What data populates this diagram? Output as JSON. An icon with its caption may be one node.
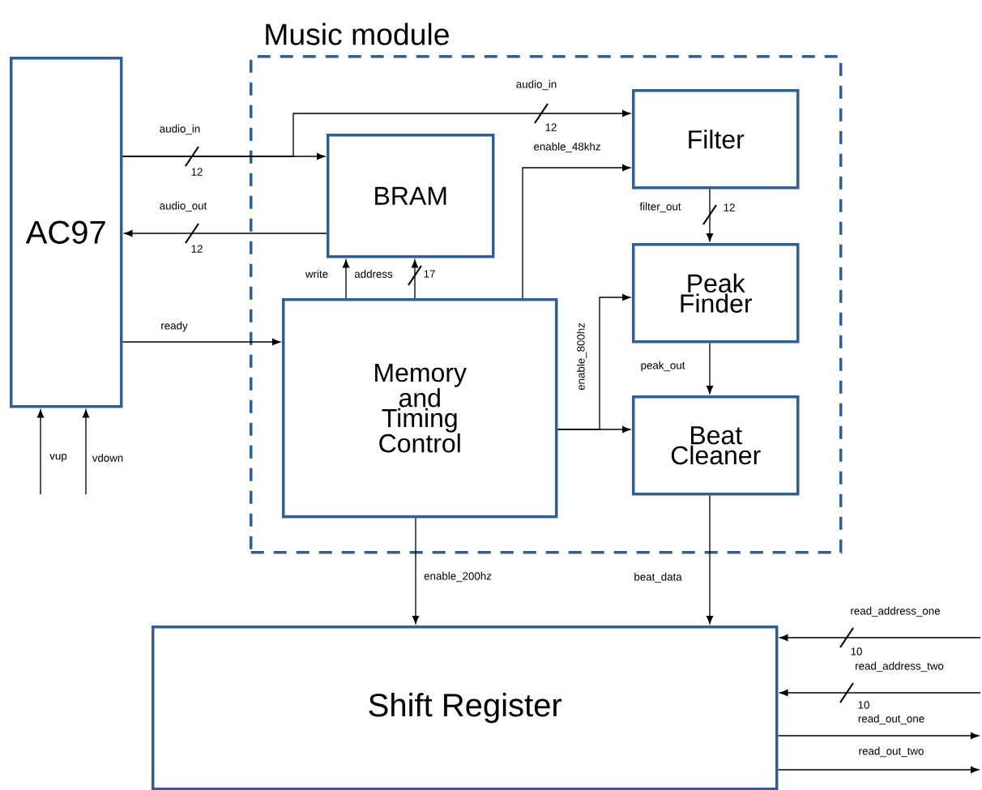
{
  "diagram": {
    "nodes": [
      {
        "text": [
          "Music module"
        ]
      },
      {
        "text": [
          "AC97"
        ]
      },
      {
        "text": [
          "BRAM"
        ],
        "in": 0
      },
      {
        "text": [
          "Filter"
        ],
        "in": 0
      },
      {
        "text": [
          "Peak Finder"
        ],
        "in": 0
      },
      {
        "text": [
          "Memory and Timing Control"
        ],
        "in": 0
      },
      {
        "text": [
          "Beat Cleaner"
        ],
        "in": 0
      },
      {
        "text": [
          "Shift Register"
        ]
      }
    ],
    "edges": [
      {
        "from": 1,
        "to": 2,
        "arrow": "to",
        "label": "audio_in"
      },
      {
        "from": 1,
        "to": 3,
        "arrow": "to",
        "label": "audio_in"
      },
      {
        "from": 2,
        "to": 1,
        "arrow": "to",
        "label": "audio_out"
      },
      {
        "from": 1,
        "to": 5,
        "arrow": "to",
        "label": "ready"
      },
      {
        "from": null,
        "to": 1,
        "arrow": "to",
        "label": "vup"
      },
      {
        "from": null,
        "to": 1,
        "arrow": "to",
        "label": "vdown"
      },
      {
        "from": 5,
        "to": 2,
        "arrow": "to",
        "label": "write"
      },
      {
        "from": 5,
        "to": 2,
        "arrow": "to",
        "label": "address"
      },
      {
        "from": 5,
        "to": 3,
        "arrow": "to",
        "label": "enable_48khz"
      },
      {
        "from": 5,
        "to": 4,
        "arrow": "to",
        "label": "enable_800hz"
      },
      {
        "from": 5,
        "to": 6,
        "arrow": "to"
      },
      {
        "from": 3,
        "to": 4,
        "arrow": "to",
        "label": "filter_out"
      },
      {
        "from": 4,
        "to": 6,
        "arrow": "to",
        "label": "peak_out"
      },
      {
        "from": 5,
        "to": 7,
        "arrow": "to",
        "label": "enable_200hz"
      },
      {
        "from": 6,
        "to": 7,
        "arrow": "to",
        "label": "beat_data"
      },
      {
        "from": null,
        "to": 7,
        "arrow": "to",
        "label": "read_address_one"
      },
      {
        "from": null,
        "to": 7,
        "arrow": "to",
        "label": "read_address_two"
      },
      {
        "from": 7,
        "to": null,
        "arrow": "to",
        "label": "read_out_one"
      },
      {
        "from": 7,
        "to": null,
        "arrow": "to",
        "label": "read_out_two"
      }
    ],
    "labels": [
      "12",
      "12",
      "12",
      "12",
      "17",
      "10",
      "10"
    ]
  }
}
